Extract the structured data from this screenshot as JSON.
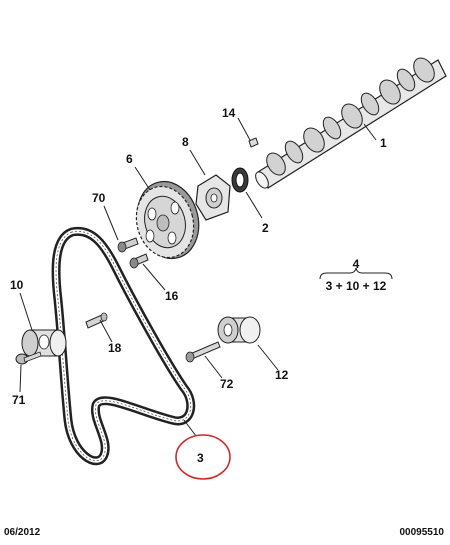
{
  "callouts": [
    {
      "id": "1",
      "label": "1"
    },
    {
      "id": "2",
      "label": "2"
    },
    {
      "id": "3",
      "label": "3"
    },
    {
      "id": "6",
      "label": "6"
    },
    {
      "id": "8",
      "label": "8"
    },
    {
      "id": "10",
      "label": "10"
    },
    {
      "id": "12",
      "label": "12"
    },
    {
      "id": "14",
      "label": "14"
    },
    {
      "id": "16",
      "label": "16"
    },
    {
      "id": "18",
      "label": "18"
    },
    {
      "id": "70",
      "label": "70"
    },
    {
      "id": "71",
      "label": "71"
    },
    {
      "id": "72",
      "label": "72"
    }
  ],
  "kit": {
    "label": "4",
    "contents": "3 + 10 + 12"
  },
  "highlight": {
    "callout": "3",
    "color": "#cc2b2b"
  },
  "footer": {
    "date": "06/2012",
    "ref": "00095510"
  }
}
